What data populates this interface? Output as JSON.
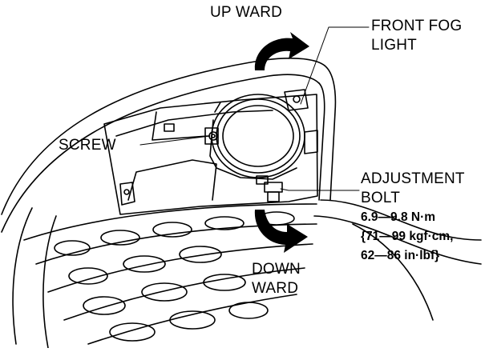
{
  "labels": {
    "upward": "UP WARD",
    "front_fog_light_line1": "FRONT FOG",
    "front_fog_light_line2": "LIGHT",
    "screw": "SCREW",
    "adjustment_bolt_line1": "ADJUSTMENT",
    "adjustment_bolt_line2": "BOLT",
    "torque_line1": "6.9—9.8 N·m",
    "torque_line2": "{71—99 kgf·cm,",
    "torque_line3": "62—86 in·lbf}",
    "downward_line1": "DOWN",
    "downward_line2": "WARD"
  },
  "colors": {
    "line": "#000000",
    "background": "#ffffff"
  }
}
